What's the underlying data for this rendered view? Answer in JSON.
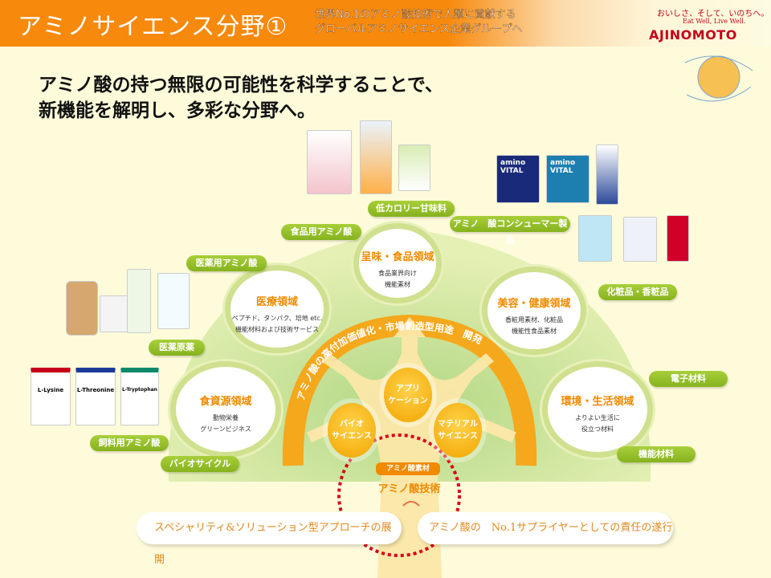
{
  "header": {
    "title": "アミノサイエンス分野①",
    "subtitle_line1": "世界No.1のアミノ酸技術で人類に貢献する",
    "subtitle_line2": "グローバルアミノサイエンス企業グループへ",
    "slogan": "おいしさ、そして、いのちへ。",
    "slogan_en": "Eat Well, Live Well.",
    "logo": "AJINOMOTO"
  },
  "headline": {
    "line1": "アミノ酸の持つ無限の可能性を科学することで、",
    "line2": "新機能を解明し、多彩な分野へ。"
  },
  "labels": {
    "low_cal": "低カロリー甘味料",
    "consumer": "アミノ　酸コンシューマー製品",
    "food_amino": "食品用アミノ酸",
    "pharma_amino": "医薬用アミノ酸",
    "cosmetics": "化粧品・香粧品",
    "api": "医薬原薬",
    "electronic": "電子材料",
    "feed_amino": "飼料用アミノ酸",
    "biocycle": "バイオサイクル",
    "functional": "機能材料"
  },
  "domains": [
    {
      "title": "呈味・食品領域",
      "desc1": "食品業界向け",
      "desc2": "機能素材"
    },
    {
      "title": "医療領域",
      "desc1": "ペプチド、タンパク、培地 etc.",
      "desc2": "機能材料および技術サービス"
    },
    {
      "title": "美容・健康領域",
      "desc1": "香粧用素材、化粧品",
      "desc2": "機能性食品素材"
    },
    {
      "title": "食資源領域",
      "desc1": "動物栄養",
      "desc2": "グリーンビジネス"
    },
    {
      "title": "環境・生活領域",
      "desc1": "よりよい生活に",
      "desc2": "役立つ材料"
    }
  ],
  "core": {
    "app1": "アプリ",
    "app2": "ケーション",
    "bio1": "バイオ",
    "bio2": "サイエンス",
    "mat1": "マテリアル",
    "mat2": "サイエンス",
    "material_badge": "アミノ酸素材",
    "tech": "アミノ酸技術",
    "arc_text": "アミノ酸の高付加価値化・市場創造型用途　開発"
  },
  "bottom": {
    "left": "スペシャリティ&ソリューション型アプローチの展開",
    "right": "アミノ酸の　No.1サプライヤーとしての責任の遂行"
  },
  "products": {
    "lysine": "L-Lysine",
    "threonine": "L-Threonine",
    "tryptophan": "L-Tryptophan",
    "amino_vital": "amino VITAL"
  }
}
